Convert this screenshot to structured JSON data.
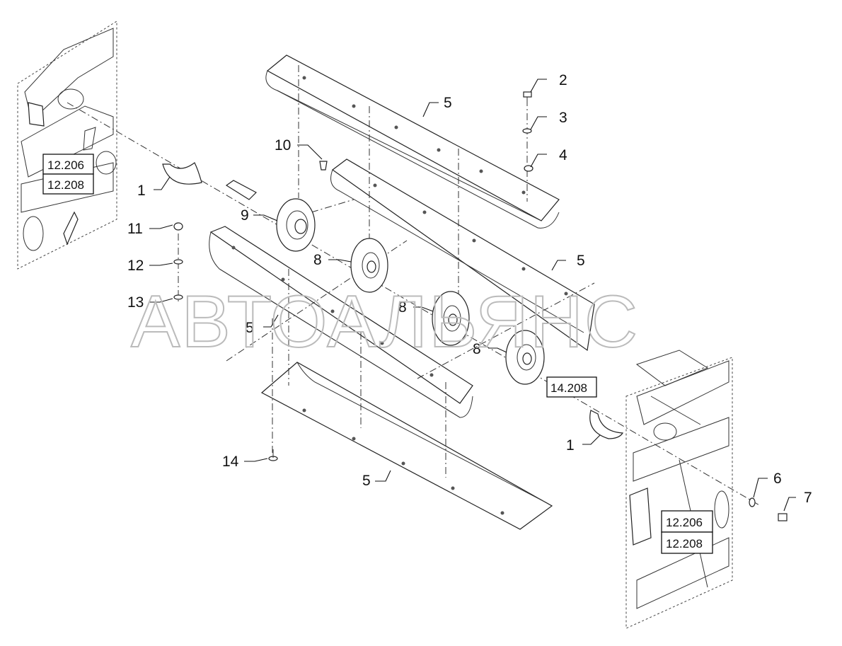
{
  "callouts": {
    "c1a": "1",
    "c1b": "1",
    "c2": "2",
    "c3": "3",
    "c4": "4",
    "c5a": "5",
    "c5b": "5",
    "c5c": "5",
    "c5d": "5",
    "c6": "6",
    "c7": "7",
    "c8a": "8",
    "c8b": "8",
    "c8c": "8",
    "c9": "9",
    "c10": "10",
    "c11": "11",
    "c12": "12",
    "c13": "13",
    "c14": "14"
  },
  "refs": {
    "left_top": "12.206",
    "left_bottom": "12.208",
    "center": "14.208",
    "right_top": "12.206",
    "right_bottom": "12.208"
  },
  "watermark": "АВТОАЛЬЯНС"
}
